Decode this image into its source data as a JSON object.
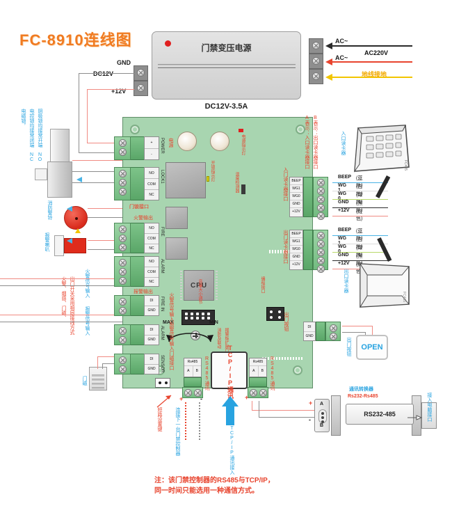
{
  "diagram": {
    "title": "FC-8910连线图",
    "note": "注：该门禁控制器的RS485与TCP/IP，\n同一时间只能选用一种通信方式。",
    "note_line1": "注：该门禁控制器的RS485与TCP/IP，",
    "note_line2": "同一时间只能选用一种通信方式。"
  },
  "power_supply": {
    "title": "门禁变压电源",
    "caption": "DC12V-3.5A",
    "ac_top": "AC~",
    "ac_mid": "AC~",
    "ac220v": "AC220V",
    "ground": "地线接地",
    "gnd_label": "GND",
    "dc12v_label": "DC12V",
    "plus12v_label": "+12V"
  },
  "pcb": {
    "power_led": "电源指示灯",
    "lock_led": "开锁指示灯",
    "temp_adjust": "温度检测器",
    "power_terminal": "电源",
    "power_pins": [
      "+",
      "-"
    ],
    "power_silk": "POWER",
    "lock_terminal": "门锁接口",
    "lock_pins": [
      "NO",
      "COM",
      "NC"
    ],
    "lock_silk": "LOCK1",
    "fire_terminal": "火警输出",
    "fire_pins": [
      "NO",
      "COM",
      "NC"
    ],
    "fire_silk": "FIRE",
    "alarm_terminal": "报警输出",
    "alarm_pins": [
      "NO",
      "COM",
      "NC"
    ],
    "alarm_silk": "ALARM",
    "fire_in_terminal": "火警信号输入",
    "fire_in_pins": [
      "DI",
      "GND"
    ],
    "fire_in_silk": "FIRE IN",
    "alarm_in_terminal": "报警信号输入",
    "alarm_in_pins": [
      "DI",
      "GND"
    ],
    "alarm_in_silk": "ALARM",
    "door_terminal": "门磁接口",
    "door_pins": [
      "DI",
      "GND"
    ],
    "door_silk": "SENSOR",
    "cpu": "CPU",
    "pot_label": "音量大小调节",
    "pot_max": "MAX",
    "pot_min": "MIN",
    "expand_label": "消防及联动\n报警板扩展口",
    "expand_line1": "消防及联动",
    "expand_line2": "报警板扩展口",
    "rs485_left_title": "RS485通讯",
    "rs485_left_silk": "Rs485",
    "rs485_left_pins": [
      "A",
      "B"
    ],
    "rs485_right_title": "RS485通讯",
    "rs485_right_silk": "Rs485",
    "rs485_right_pins": [
      "A",
      "B"
    ],
    "tcpip_label": "TCP/IP通讯",
    "tcpip_arrow_label": "TCP/IP通讯接入",
    "reset_label": "短路设置键",
    "reader_in_port": "入门读卡器接口",
    "reader_out_port": "出门读卡器接口",
    "legend_a": "A表示：入口读卡器接口",
    "legend_b": "B表示：出口读卡器接口",
    "prog_port": "编程接口"
  },
  "readers": {
    "in_label": "入口读卡器",
    "out_label": "出口读卡器",
    "brand": "FC485",
    "wires_in": [
      {
        "name": "BEEP",
        "color_cn": "(蓝色)",
        "color": "#49b3e5"
      },
      {
        "name": "WG 1",
        "color_cn": "(白色)",
        "color": "#dcdcdc"
      },
      {
        "name": "WG 0",
        "color_cn": "(绿色)",
        "color": "#b8d96a"
      },
      {
        "name": "GND",
        "color_cn": "(黑色)",
        "color": "#555555"
      },
      {
        "name": "+12V",
        "color_cn": "(红色)",
        "color": "#f08a82"
      }
    ],
    "wires_out": [
      {
        "name": "BEEP",
        "color_cn": "(蓝色)",
        "color": "#49b3e5"
      },
      {
        "name": "WG 1",
        "color_cn": "(白色)",
        "color": "#dcdcdc"
      },
      {
        "name": "WG 0",
        "color_cn": "(绿色)",
        "color": "#b8d96a"
      },
      {
        "name": "GND",
        "color_cn": "(黑色)",
        "color": "#555555"
      },
      {
        "name": "+12V",
        "color_cn": "(红色)",
        "color": "#f08a82"
      }
    ]
  },
  "devices": {
    "maglock_note": "电磁锁：\n电磁锁、电控锁均接常闭端NC\n阴极锁均接常开端NO",
    "maglock_l1": "电磁锁，",
    "maglock_l2": "电控锁均接常闭端 NC",
    "maglock_l3": "阴极锁均接常开端 NO",
    "bell_label": "消防警铃",
    "siren_label": "报警喇叭",
    "fire_in_note": "火警、烟感、门磁、\n出门开关采用相同接线方式",
    "fire_in_l1": "火警、烟感、门磁、",
    "fire_in_l2": "出门开关采用相同接线方式",
    "fire_signal_in": "火警信号输入",
    "alarm_signal_in": "报警信号输入",
    "door_sensor": "门磁",
    "open_button": "OPEN",
    "open_button_label": "出门按钮",
    "converter_title": "通讯转换器",
    "converter_sub": "Rs232-Rs485",
    "converter_body": "RS232-485",
    "pc_port": "接入电脑接口",
    "next_controller": "连接下一台门禁控制器",
    "polarity_plus": "+",
    "polarity_minus": "-"
  }
}
